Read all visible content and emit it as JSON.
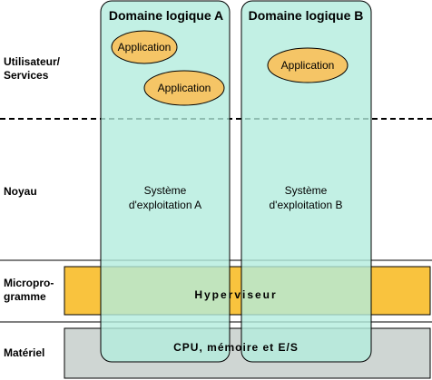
{
  "layers": {
    "user_services": [
      "Utilisateur/",
      "Services"
    ],
    "kernel": "Noyau",
    "firmware": [
      "Micropro-",
      "gramme"
    ],
    "hardware": "Matériel"
  },
  "domains": [
    {
      "title": "Domaine logique A",
      "applications": [
        "Application",
        "Application"
      ],
      "os": [
        "Système",
        "d'exploitation A"
      ]
    },
    {
      "title": "Domaine logique B",
      "applications": [
        "Application"
      ],
      "os": [
        "Système",
        "d'exploitation B"
      ]
    }
  ],
  "bands": {
    "hypervisor": "Hyperviseur",
    "hardware": "CPU, mémoire et E/S"
  },
  "colors": {
    "domain_fill": "#b3ecdd",
    "application_fill": "#f5c566",
    "hypervisor_fill": "#f9c33e",
    "hardware_fill": "#cfd6d3"
  }
}
